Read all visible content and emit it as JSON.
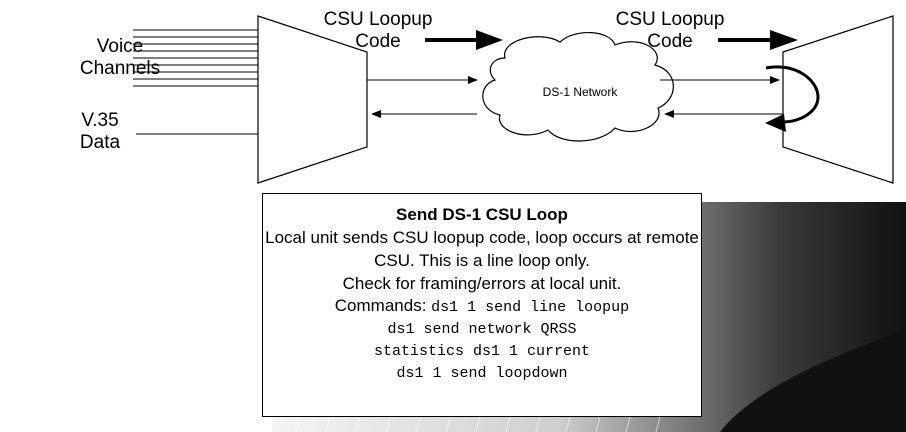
{
  "labels": {
    "voice_channels": [
      "Voice",
      "Channels"
    ],
    "v35_data": [
      "V.35",
      "Data"
    ],
    "csu_left": [
      "CSU Loopup",
      "Code"
    ],
    "csu_right": [
      "CSU Loopup",
      "Code"
    ],
    "cloud": "DS-1 Network"
  },
  "info": {
    "title": "Send DS-1 CSU Loop",
    "lines": [
      "Local unit sends CSU loopup code, loop occurs at remote",
      "CSU. This is a line loop only.",
      "Check for framing/errors at local unit."
    ],
    "commands_label": "Commands:",
    "commands": [
      "ds1 1 send line loopup",
      "ds1 send network QRSS",
      "statistics ds1 1 current",
      "ds1 1 send loopdown"
    ]
  },
  "colors": {
    "line": "#000000",
    "background": "#ffffff",
    "shadow_dark": "#222222",
    "shadow_light": "#f2f2f2"
  }
}
